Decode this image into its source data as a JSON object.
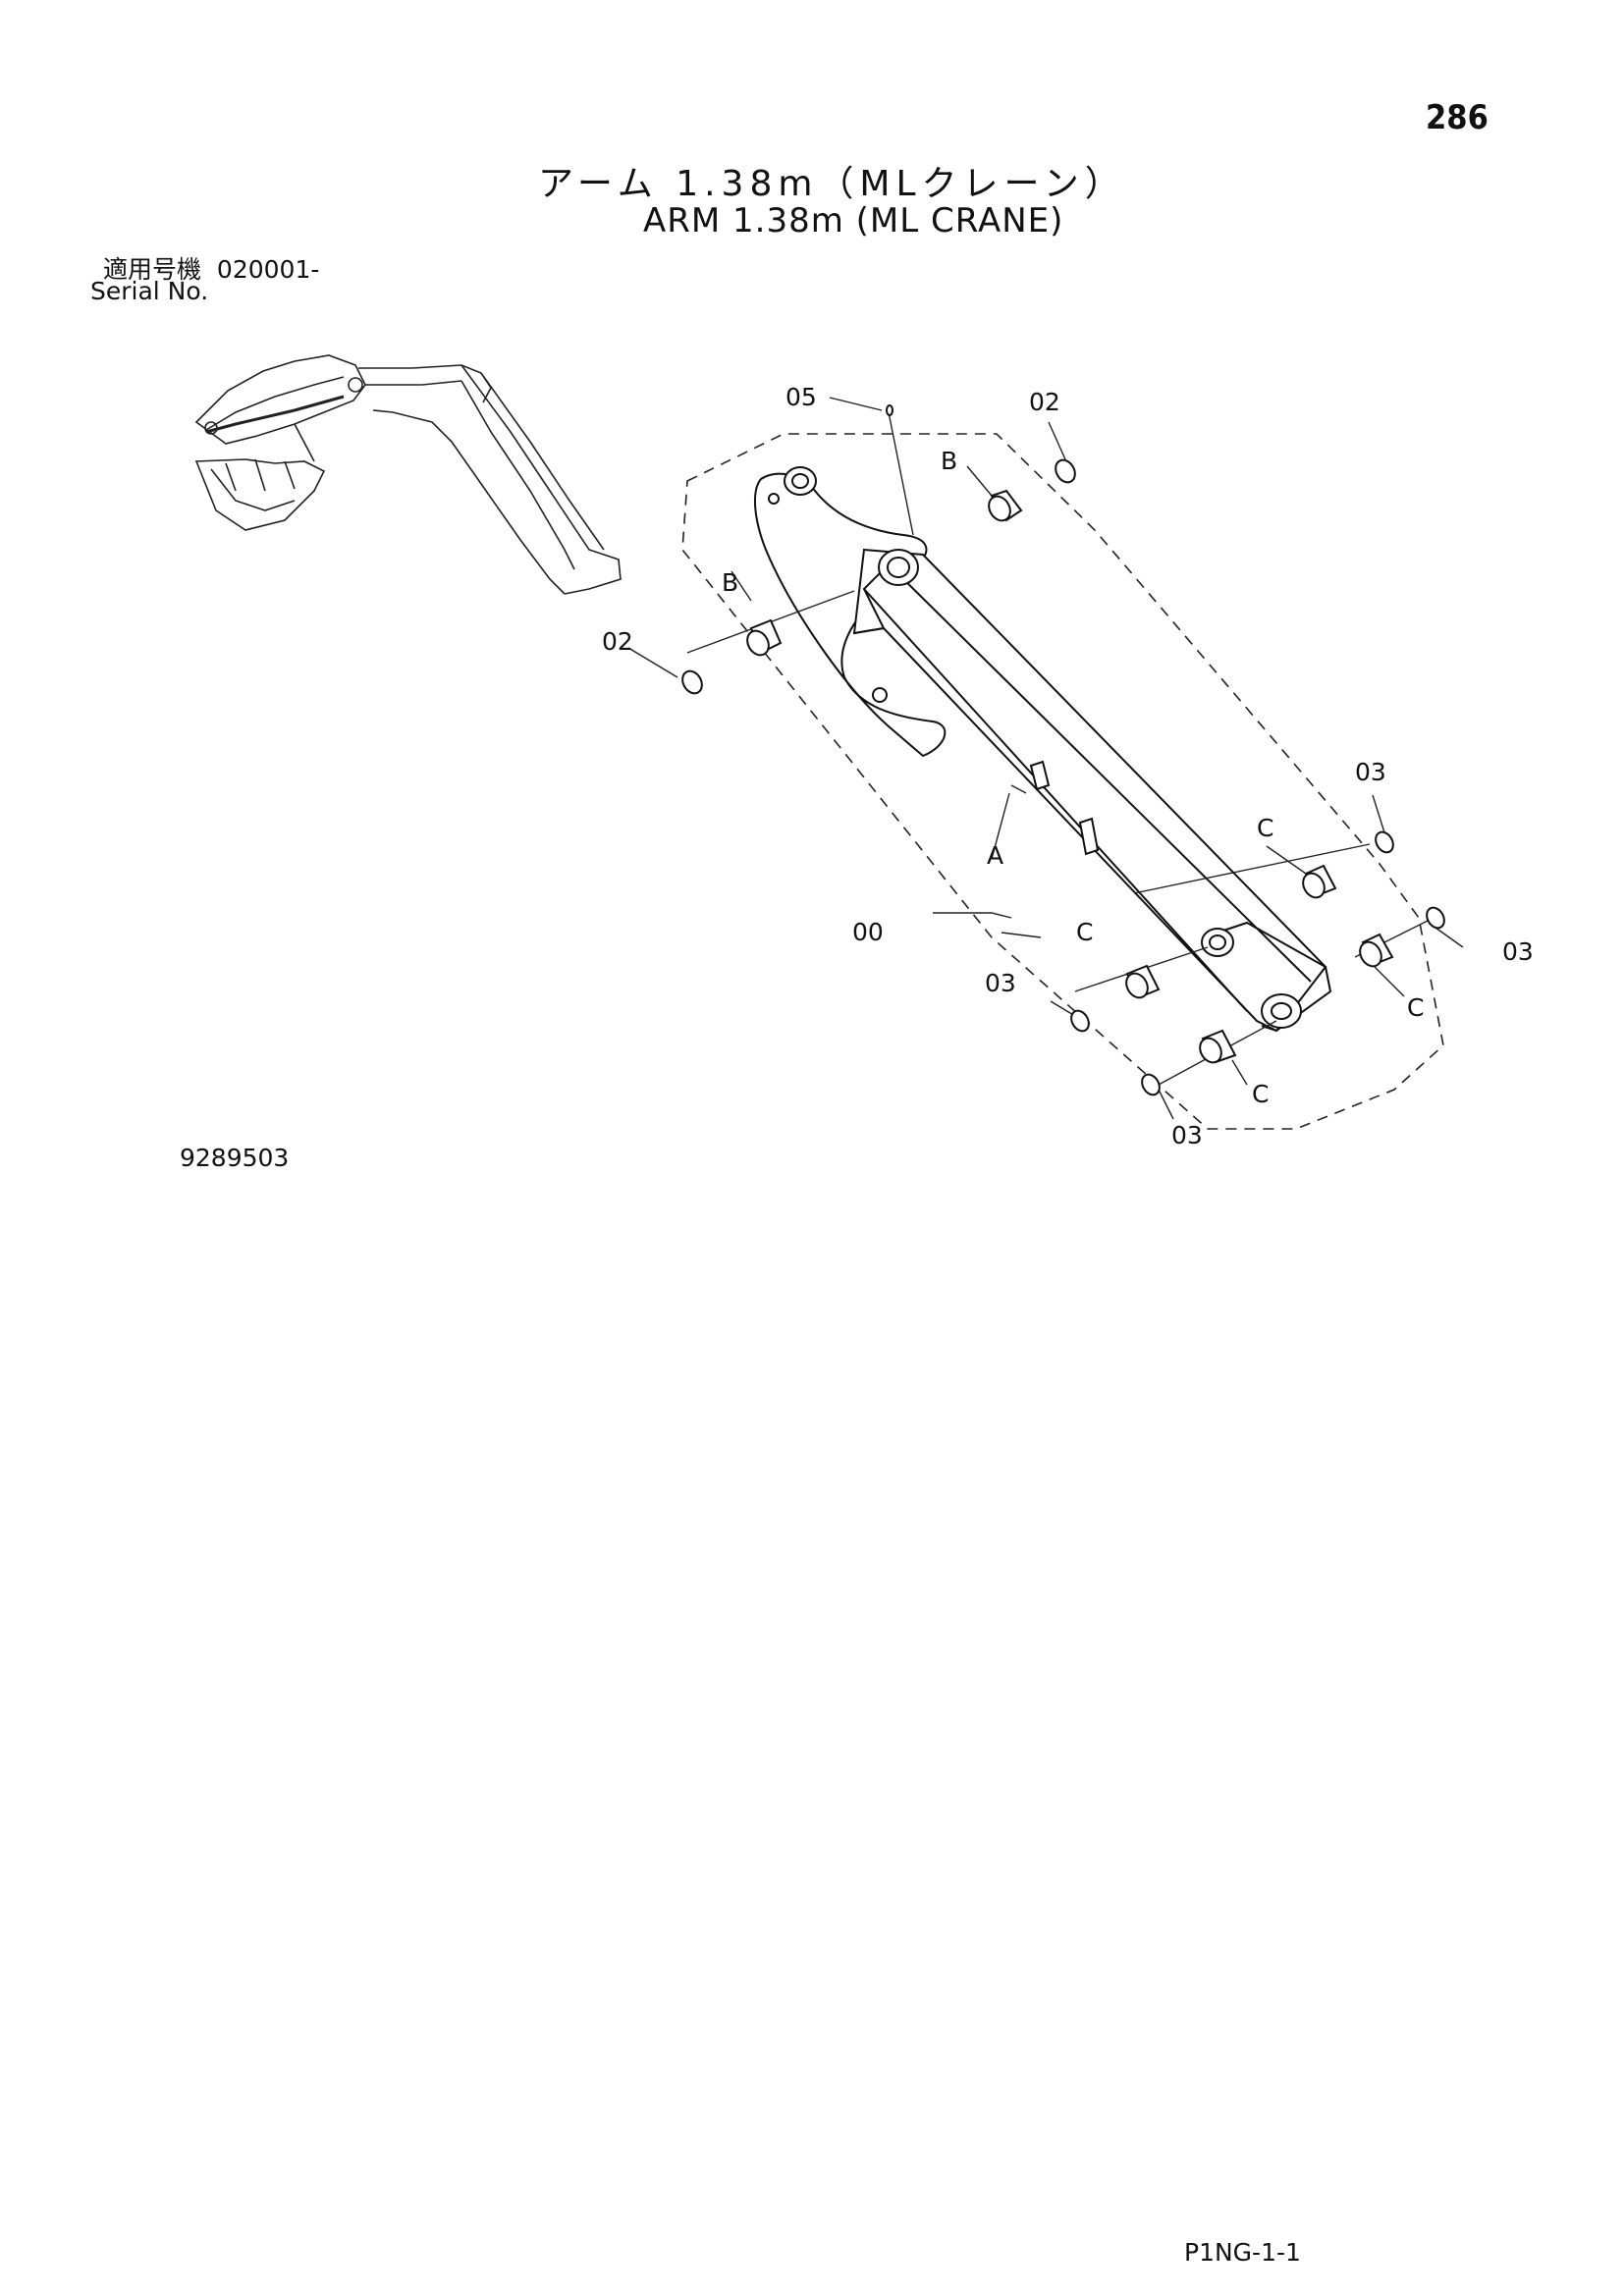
{
  "page_number": "286",
  "title_jp": "アーム 1.38m（MLクレーン）",
  "title_en": "ARM 1.38m (ML CRANE)",
  "serial_label_jp": "適用号機",
  "serial_value": "020001-",
  "serial_label_en": "Serial No.",
  "figure_number": "9289503",
  "page_code": "P1NG-1-1",
  "callouts": {
    "c05": "05",
    "c02_top": "02",
    "b_top": "B",
    "b_left": "B",
    "c02_left": "02",
    "c03_right_top": "03",
    "c_right_top": "C",
    "a": "A",
    "c00": "00",
    "c_mid": "C",
    "c03_mid": "03",
    "c03_far_right": "03",
    "c_right": "C",
    "c_bottom": "C",
    "c03_bottom": "03"
  }
}
